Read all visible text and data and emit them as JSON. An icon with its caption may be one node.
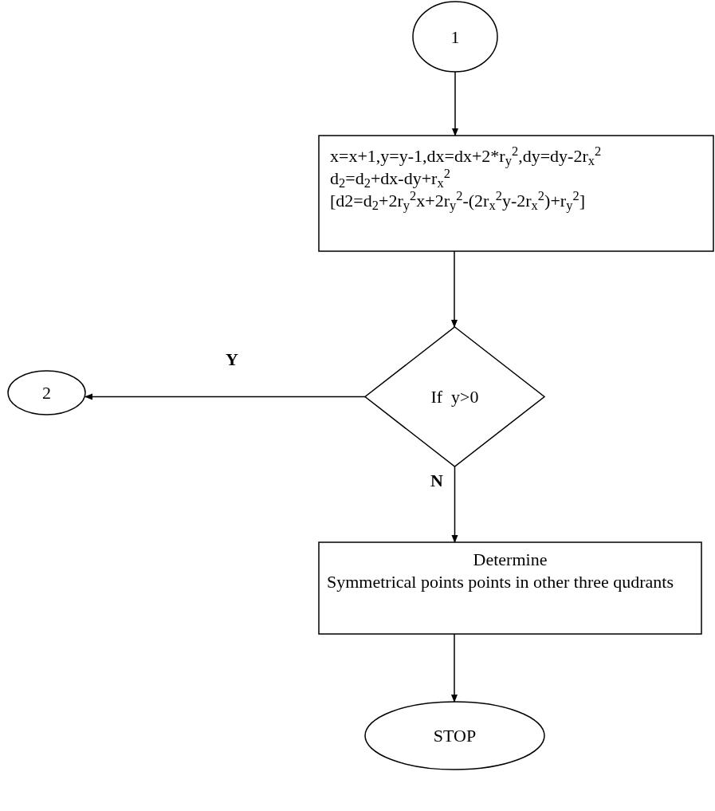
{
  "diagram": {
    "nodes": [
      {
        "text": [
          "1"
        ]
      },
      {
        "text": [
          "x=x+1,y=y-1,dx=dx+2*r$_{y}$$^{2}$,dy=dy-2r$_{x}$$^{2}$",
          "d$_{2}$=d$_{2}$+dx-dy+r$_{x}$$^{2}$",
          "[d2=d$_{2}$+2r$_{y}$$^{2}$x+2r$_{y}$$^{2}$-(2r$_{x}$$^{2}$y-2r$_{x}$$^{2}$)+r$_{y}$$^{2}$]"
        ]
      },
      {
        "text": [
          "If  y>0"
        ]
      },
      {
        "text": [
          "2"
        ]
      },
      {
        "text": [
          "Determine",
          "Symmetrical points points in other three qudrants"
        ]
      },
      {
        "text": [
          "STOP"
        ]
      }
    ],
    "edges": [
      {
        "from": 0,
        "to": 1,
        "arrow": "to"
      },
      {
        "from": 1,
        "to": 2,
        "arrow": "to"
      },
      {
        "from": 2,
        "to": 3,
        "arrow": "to",
        "label": "Y"
      },
      {
        "from": 2,
        "to": 4,
        "arrow": "to",
        "label": "N"
      },
      {
        "from": 4,
        "to": 5,
        "arrow": "to"
      }
    ]
  }
}
